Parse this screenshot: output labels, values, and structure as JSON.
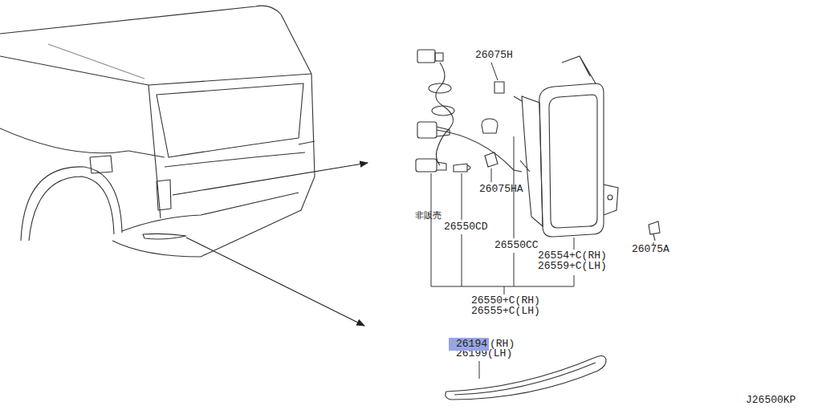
{
  "diagram": {
    "nodes": [
      {
        "text": [
          "26194"
        ]
      }
    ],
    "labels": [
      "26075H",
      "26075HA",
      "非販売",
      "26550CD",
      "26550CC",
      "26554+C(RH)",
      "26559+C(LH)",
      "26075A",
      "26550+C(RH)",
      "26555+C(LH)",
      "(RH)",
      "26199(LH)",
      "J26500KP"
    ]
  }
}
